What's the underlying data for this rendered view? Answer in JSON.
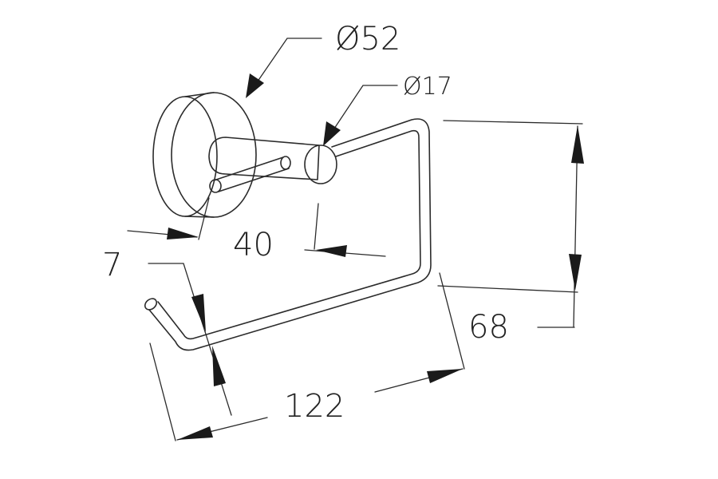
{
  "dimensions": {
    "base_diameter": "Ø52",
    "post_diameter": "Ø17",
    "post_spacing": "40",
    "height": "68",
    "length": "122",
    "lip": "7"
  },
  "colors": {
    "line": "#2b2b2b",
    "text": "#222222",
    "background": "#ffffff"
  }
}
